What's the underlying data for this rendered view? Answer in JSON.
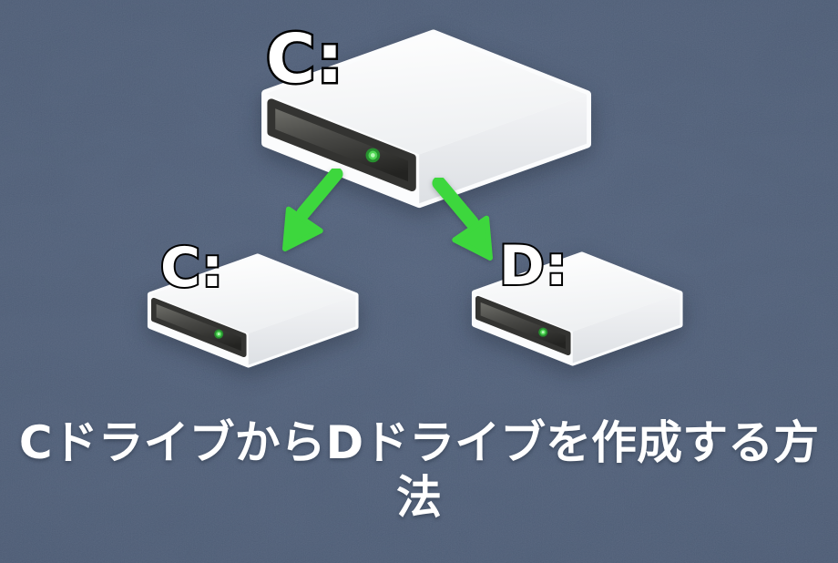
{
  "title": "CドライブからDドライブを作成する方法",
  "drives": {
    "source": {
      "label": "C:",
      "icon": "hard-drive-icon",
      "led_color": "#4fd554"
    },
    "clone_left": {
      "label": "C:",
      "icon": "hard-drive-icon",
      "led_color": "#4fd554"
    },
    "clone_right": {
      "label": "D:",
      "icon": "hard-drive-icon",
      "led_color": "#4fd554"
    }
  },
  "arrows": {
    "left": "arrow-down-left",
    "right": "arrow-down-right",
    "color": "#3dd73d"
  },
  "colors": {
    "background": "#4b5a73",
    "background_edge": "#42506a",
    "drive_body": "#f7f8fa",
    "drive_panel_dark": "#3a3a38",
    "label_fill": "#ffffff",
    "label_outline": "#000000",
    "title_text": "#ffffff"
  }
}
